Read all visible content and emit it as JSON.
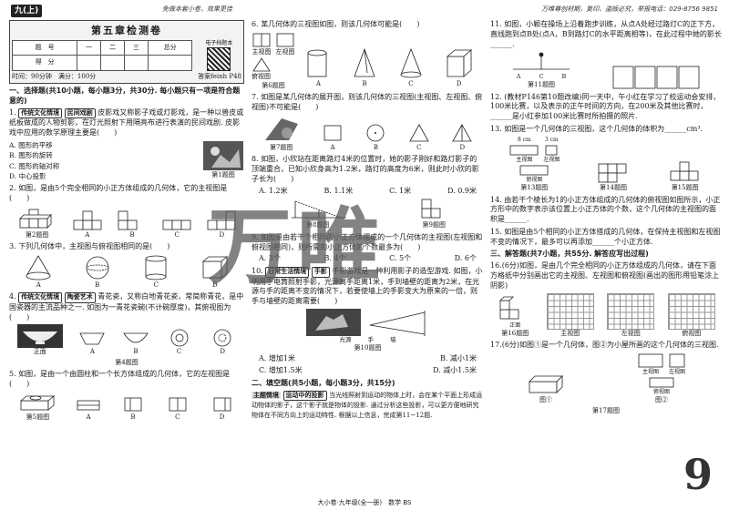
{
  "header": {
    "unit": "九(上)",
    "motto": "免做本套小卷，效果更佳",
    "contact": "万唯尊创材期，复印、盗版必究，举报电话：029-8756 9851",
    "test_title": "第五章检测卷",
    "score_table": {
      "row1": [
        "题　号",
        "一",
        "二",
        "三",
        "总分"
      ],
      "row2": [
        "得　分",
        "",
        "",
        "",
        ""
      ]
    },
    "qr_label": "电子档题本",
    "time": "时间：90分钟　满分：100分",
    "answer_page": "答案feinh P48"
  },
  "col1": {
    "sec1": "一、选择题(共10小题，每小题3分，共30分. 每小题只有一项是符合题意的)",
    "q1_tag1": "传统文化情境",
    "q1_tag2": "民间戏剧",
    "q1_text": "皮影戏又称影子戏或灯影戏，是一种以兽皮或纸板做成的人物剪影，在灯光照射下用隔亮布进行表演的民间戏剧. 皮影戏中应用的数学原理主要是(　　)",
    "q1_opts": [
      "A. 图形的平移",
      "B. 图形的旋转",
      "C. 图形的轴对称",
      "D. 中心投影"
    ],
    "q1_cap": "第1题图",
    "q2_text": "如图，是由5个完全相同的小正方体组成的几何体，它的主视图是(　　)",
    "q2_labels": [
      "A",
      "B",
      "C",
      "D"
    ],
    "q2_cap": "第2题图",
    "q3_text": "下列几何体中，主视图与俯视图相同的是(　　)",
    "q3_labels": [
      "A",
      "B",
      "C",
      "D"
    ],
    "q4_tag1": "传统文化情境",
    "q4_tag2": "陶瓷艺术",
    "q4_text": "青花瓷，又称白地青花瓷，常简称青花，是中国瓷器的主流品种之一. 如图为一青花瓷碗(不计碗厚度)，其俯视图为(　　)",
    "q4_front": "正面",
    "q4_labels": [
      "A",
      "B",
      "C",
      "D"
    ],
    "q4_cap": "第4题图",
    "q5_text": "如图，是由一个由圆柱和一个长方体组成的几何体，它的左视图是(　　)",
    "q5_labels": [
      "A",
      "B",
      "C",
      "D"
    ],
    "q5_cap": "第5题图"
  },
  "col2": {
    "q6_text": "某几何体的三视图如图，则该几何体可能是(　　)",
    "q6_views": [
      "主视图",
      "左视图",
      "俯视图"
    ],
    "q6_labels": [
      "A",
      "B",
      "C",
      "D"
    ],
    "q6_cap": "第6题图",
    "q7_text": "如图是某几何体的展开图，则该几何体的三视图(主视图、左视图、俯视图)不可能是(　　)",
    "q7_labels": [
      "A",
      "B",
      "C",
      "D"
    ],
    "q7_cap": "第7题图",
    "q8_text": "如图，小欣站在距离路灯4米的位置时，她的影子刚好和路灯影子的顶端重合，已知小欣身高为1.2米，路灯的高度为6米，则此时小欣的影子长为(　　)",
    "q8_opts": [
      "A. 1.2米",
      "B. 1.1米",
      "C. 1米",
      "D. 0.9米"
    ],
    "q8_cap": "第8题图",
    "q9_text": "如图是由若干个相同的小正方体摆成的一个几何体的主视图(左视图和俯视图相同)，则所需的小正方体的个数最多为(　　)",
    "q9_opts": [
      "A. 3个",
      "B. 4个",
      "C. 5个",
      "D. 6个"
    ],
    "q9_cap": "第9题图",
    "q10_tag1": "日常生活情境",
    "q10_tag2": "手影",
    "q10_text": "手影游戏是一种利用影子的造型游戏. 如图，小明用手电筒照射手影，光源离手距离1米，手到墙壁的距离为2米，在光源与手的距离不变的情况下，若要使墙上的手影变大为原来的一倍，则手与墙壁的距离需要(　　)",
    "q10_fig": [
      "光源",
      "手",
      "墙"
    ],
    "q10_cap": "第10题图",
    "q10_opts": [
      "A. 增加1米",
      "B. 减小1米",
      "C. 增加1.5米",
      "D. 减小1.5米"
    ],
    "sec2": "二、填空题(共5小题，每小题3分，共15分)",
    "info_tag1": "主题情境",
    "info_tag2": "运动中的投影",
    "info_text": "当光线照射到运动的物体上时，会在某个平面上形成运动物体的影子，这个影子就是物体的投影. 通过分析这些投影，可以更方便地研究物体在不同方向上的运动特性. 根据以上信息，完成第11~12题."
  },
  "col3": {
    "q11_text": "如图，小颖在操场上沿着跑步训练，从点A处经过路灯C的正下方，直线跑到点B处(点A，B到路灯C的水平距离相等)，在此过程中她的影长______.",
    "q11_labels": [
      "A",
      "C",
      "B"
    ],
    "q11_cap": "第11题图",
    "q12_text": "(教材P146第10题改编)同一天中，午小红在学习了校运动会安排，100米比赛，以及表示的正午时间的方向，在200米及其他比赛时，______是小红参加100米比赛时所拍摄的照片.",
    "q13_text": "如图是一个几何体的三视图，这个几何体的体积为______cm³.",
    "q13_dims": [
      "8 cm",
      "3 cm",
      "3 cm"
    ],
    "q13_views": [
      "主视图",
      "左视图",
      "俯视图"
    ],
    "q13_cap": "第13题图",
    "q14_cap": "第14题图",
    "q15_cap": "第15题图",
    "q14_text": "由若干个棱长为1的小正方体组成的几何体的俯视图如图所示，小正方形中的数字表示该位置上小正方体的个数，这个几何体的主视图的面积是______.",
    "q15_text": "如图是由5个相同的小正方体搭成的几何体，在保持主视图和左视图不变的情况下，最多可以再添加______个小正方体.",
    "sec3": "三、解答题(共7小题，共55分. 解答应写出过程)",
    "q16_text": "16.(6分)如图，是由几个完全相同的小正方体组成的几何体，请在下面方格纸中分别画出它的主视图、左视图和俯视图(画出的图形用铅笔涂上阴影)",
    "q16_views": [
      "主视图",
      "左视图",
      "俯视图"
    ],
    "q16_front": "正面",
    "q16_cap": "第16题图",
    "q17_text": "17.(6分)如图①是一个几何体，图②为小屋所画的这个几何体的三视图.",
    "q17_labels": [
      "图①",
      "图②"
    ],
    "q17_views": [
      "主视图",
      "左视图",
      "俯视图"
    ],
    "q17_cap": "第17题图"
  },
  "watermark": "万唯",
  "footer": "大小卷·九年级(全一册)　数学 BS",
  "page_number": "9"
}
